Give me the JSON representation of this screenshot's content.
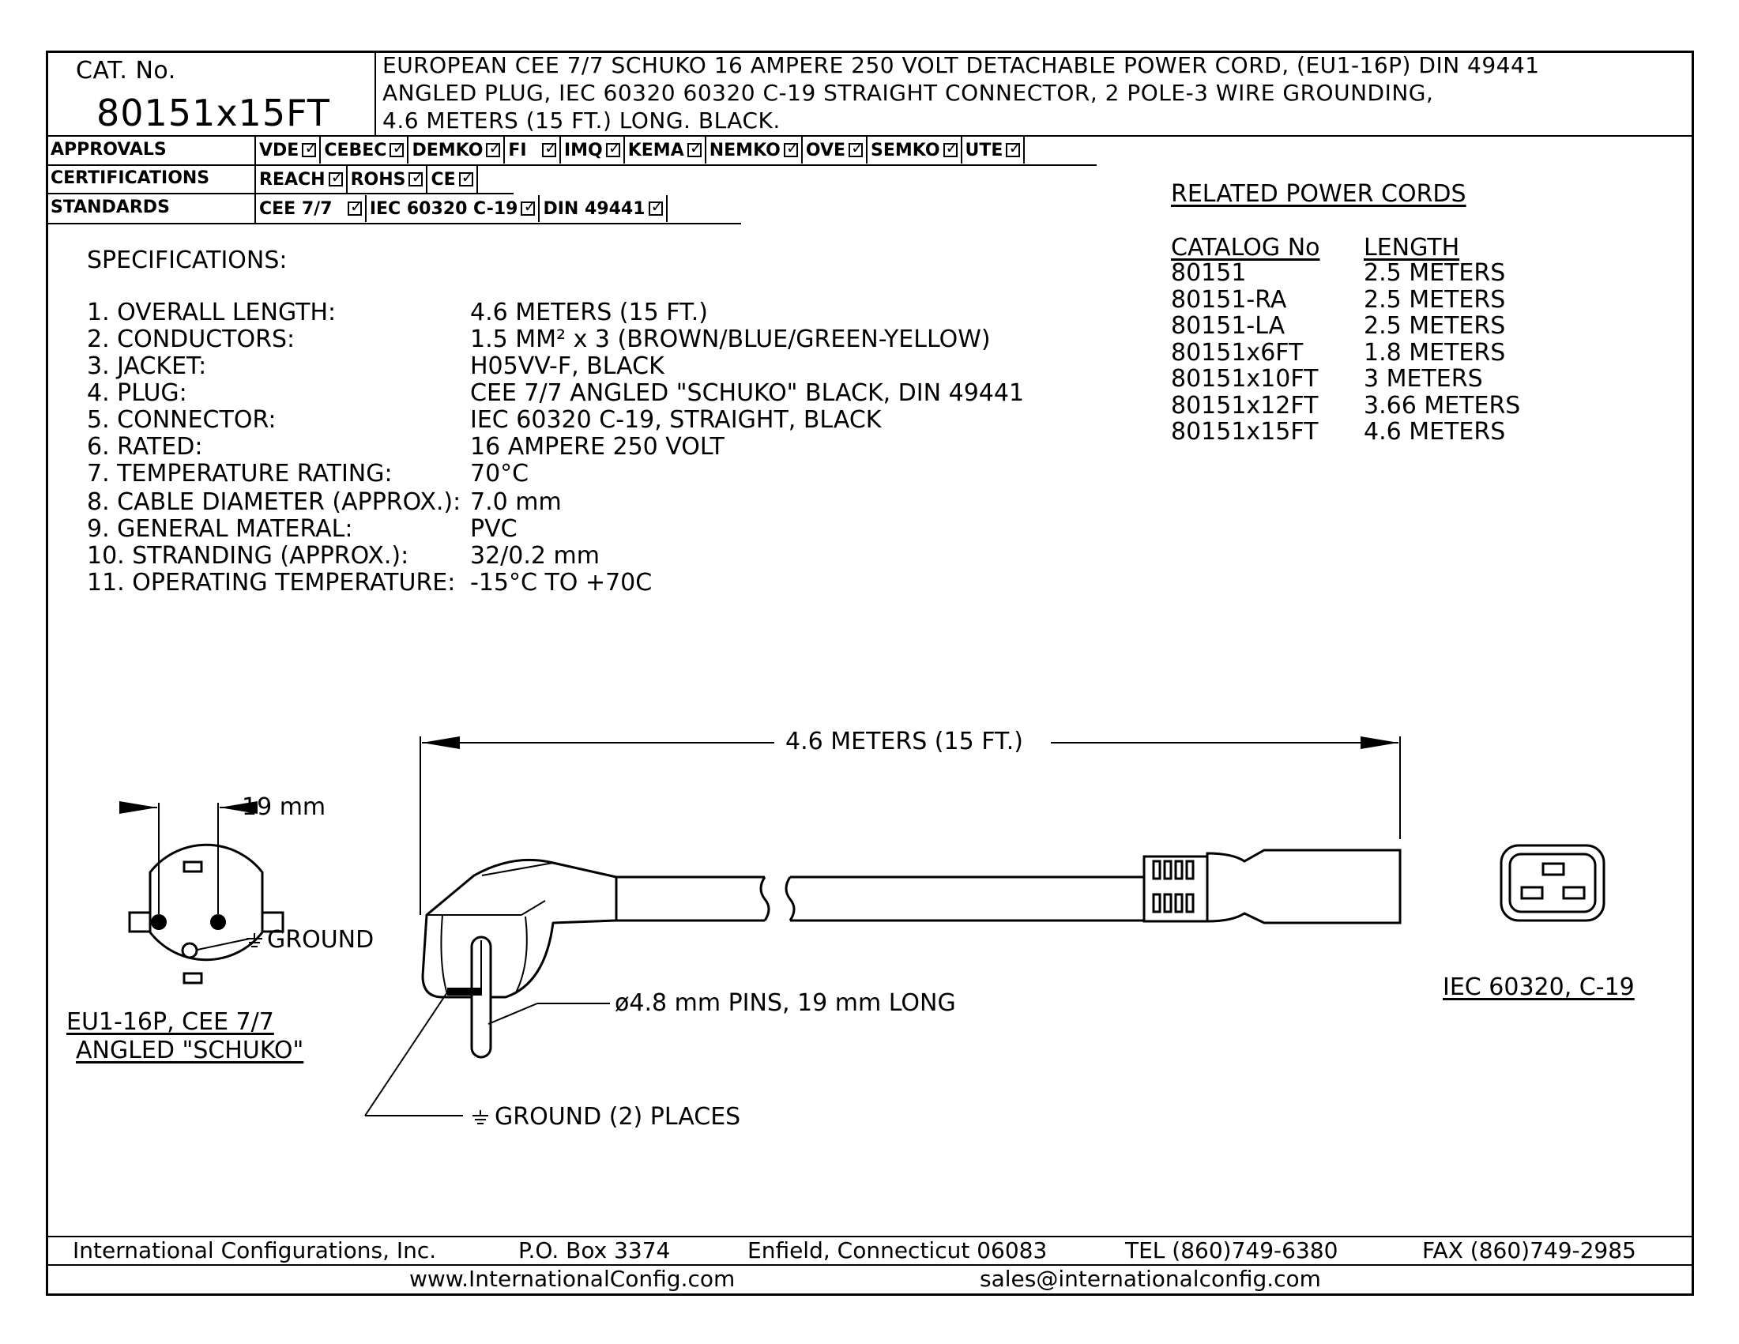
{
  "title_block": {
    "cat_label": "CAT. No.",
    "cat_number": "80151x15FT",
    "description_lines": [
      "EUROPEAN CEE 7/7 SCHUKO 16 AMPERE 250 VOLT DETACHABLE POWER CORD, (EU1-16P) DIN 49441",
      "ANGLED PLUG, IEC 60320 60320 C-19 STRAIGHT CONNECTOR, 2 POLE-3 WIRE GROUNDING,",
      "4.6 METERS (15 FT.) LONG. BLACK."
    ]
  },
  "approvals": {
    "label": "APPROVALS",
    "items": [
      "VDE",
      "CEBEC",
      "DEMKO",
      "FI",
      "IMQ",
      "KEMA",
      "NEMKO",
      "OVE",
      "SEMKO",
      "UTE"
    ]
  },
  "certifications": {
    "label": "CERTIFICATIONS",
    "items": [
      "REACH",
      "ROHS",
      "CE"
    ]
  },
  "standards": {
    "label": "STANDARDS",
    "items": [
      "CEE 7/7",
      "IEC 60320 C-19",
      "DIN 49441"
    ]
  },
  "specifications": {
    "heading": "SPECIFICATIONS:",
    "rows": [
      {
        "key": "1. OVERALL LENGTH:",
        "value": "4.6 METERS (15 FT.)"
      },
      {
        "key": "2. CONDUCTORS:",
        "value": "1.5 MM² x 3 (BROWN/BLUE/GREEN-YELLOW)"
      },
      {
        "key": "3. JACKET:",
        "value": "H05VV-F, BLACK"
      },
      {
        "key": "4. PLUG:",
        "value": "CEE 7/7 ANGLED \"SCHUKO\" BLACK, DIN 49441"
      },
      {
        "key": "5. CONNECTOR:",
        "value": "IEC 60320 C-19, STRAIGHT, BLACK"
      },
      {
        "key": "6. RATED:",
        "value": "16 AMPERE 250 VOLT"
      },
      {
        "key": "7. TEMPERATURE RATING:",
        "value": "70°C"
      },
      {
        "key": "8. CABLE DIAMETER (APPROX.):",
        "value": "7.0 mm"
      },
      {
        "key": "9. GENERAL MATERAL:",
        "value": "PVC"
      },
      {
        "key": "10. STRANDING (APPROX.):",
        "value": "32/0.2 mm"
      },
      {
        "key": "11. OPERATING TEMPERATURE:",
        "value": "-15°C TO +70C"
      }
    ]
  },
  "related": {
    "heading": "RELATED POWER CORDS",
    "col_catalog": "CATALOG No",
    "col_length": "LENGTH",
    "rows": [
      {
        "catalog": "80151",
        "length": "2.5 METERS"
      },
      {
        "catalog": "80151-RA",
        "length": "2.5 METERS"
      },
      {
        "catalog": "80151-LA",
        "length": "2.5 METERS"
      },
      {
        "catalog": "80151x6FT",
        "length": "1.8 METERS"
      },
      {
        "catalog": "80151x10FT",
        "length": "3 METERS"
      },
      {
        "catalog": "80151x12FT",
        "length": "3.66 METERS"
      },
      {
        "catalog": "80151x15FT",
        "length": "4.6 METERS"
      }
    ]
  },
  "drawing": {
    "length_dim": "4.6 METERS (15 FT.)",
    "pin_spacing": "19 mm",
    "ground_label": "GROUND",
    "plug_caption_1": "EU1-16P, CEE 7/7",
    "plug_caption_2": "ANGLED \"SCHUKO\"",
    "pins_note": "ø4.8 mm PINS, 19 mm LONG",
    "ground_places": "GROUND (2) PLACES",
    "connector_caption": "IEC 60320, C-19"
  },
  "footer": {
    "company": "International Configurations, Inc.",
    "pobox": "P.O. Box 3374",
    "city": "Enfield, Connecticut 06083",
    "tel": "TEL (860)749-6380",
    "fax": "FAX (860)749-2985",
    "web": "www.InternationalConfig.com",
    "email": "sales@internationalconfig.com"
  }
}
